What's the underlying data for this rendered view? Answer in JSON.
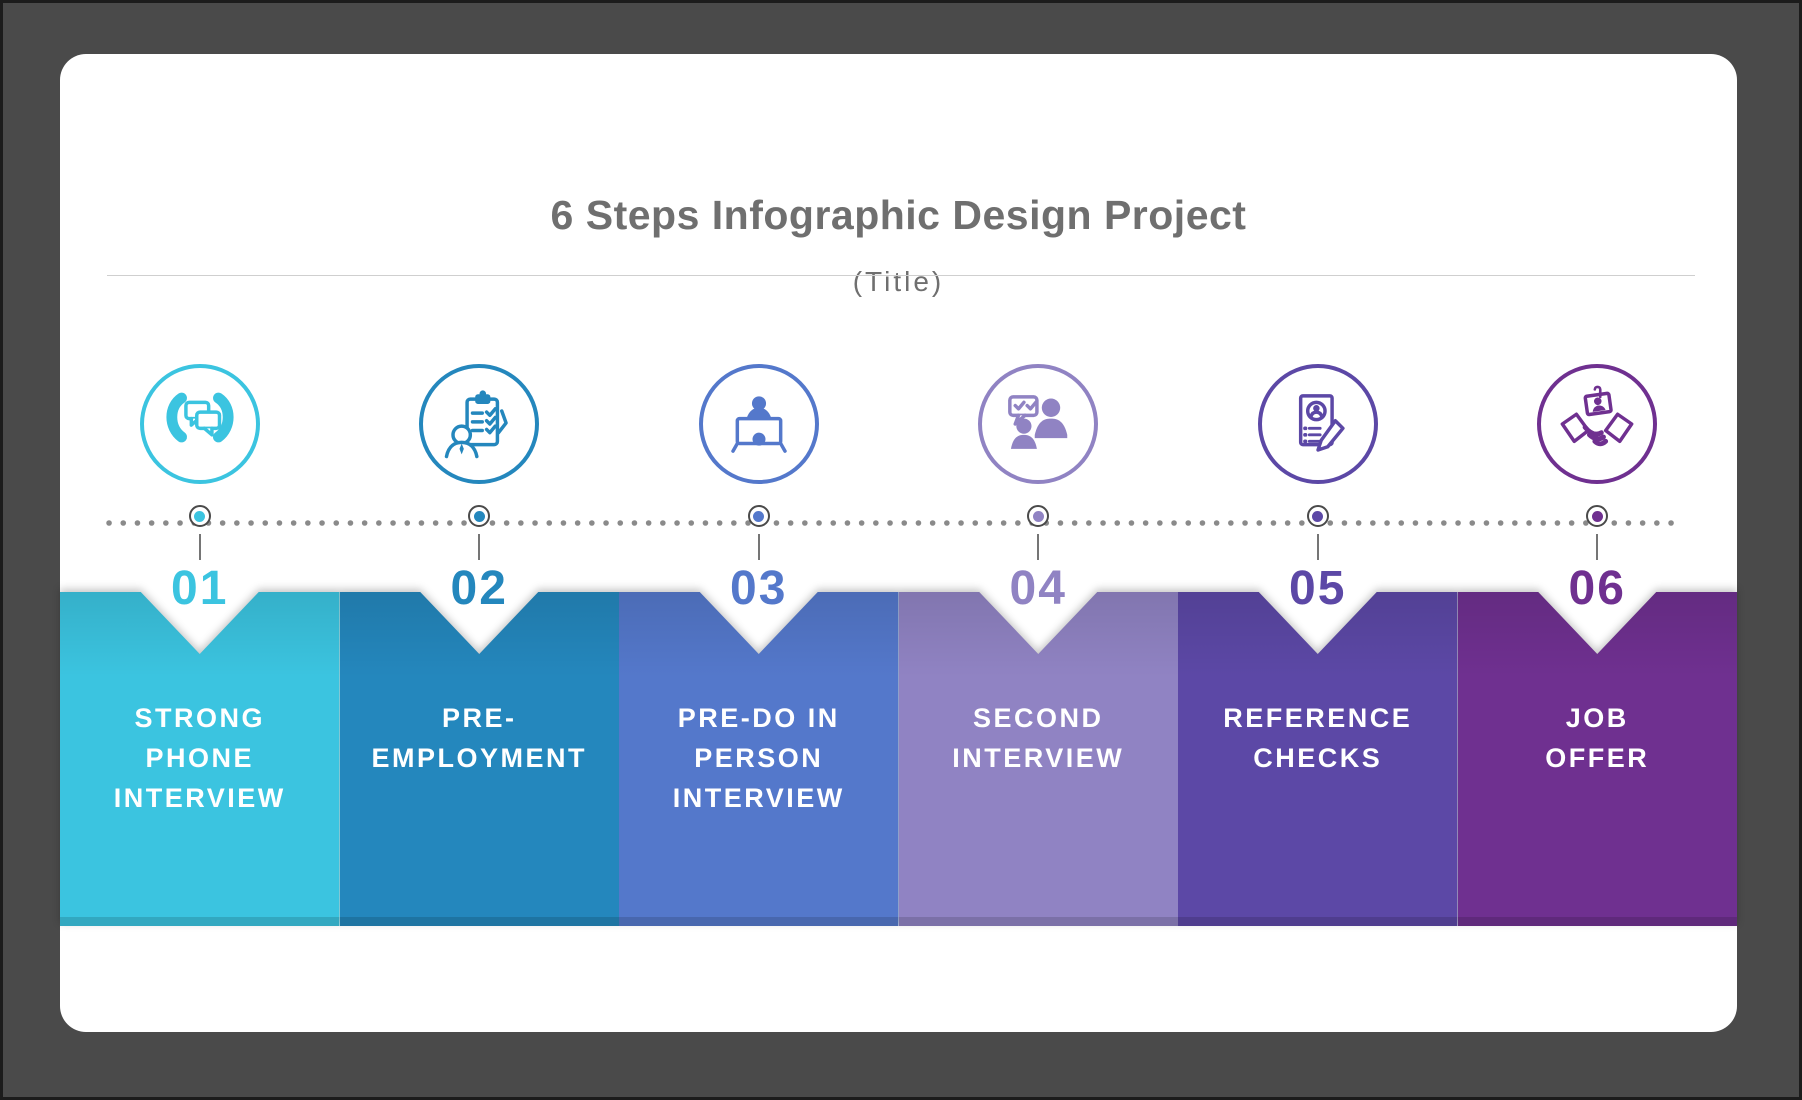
{
  "frame": {
    "outer_border_color": "#1c1c1c",
    "background_color": "#4a4a4a",
    "card_color": "#ffffff"
  },
  "header": {
    "title": "6 Steps Infographic Design Project",
    "subtitle": "(Title)",
    "text_color": "#6f6f6f",
    "divider_color": "#cfcfcf"
  },
  "timeline": {
    "dot_color": "#8a8a8a",
    "node_ring_color": "#4a4a4a",
    "node_fill_color": "#ffffff",
    "tick_color": "#757575"
  },
  "label_text_color": "#ffffff",
  "steps": [
    {
      "number": "01",
      "label": "STRONG\nPHONE\nINTERVIEW",
      "color": "#3bc4e0",
      "icon": "phone-chat-icon"
    },
    {
      "number": "02",
      "label": "PRE-\nEMPLOYMENT",
      "color": "#2487bd",
      "icon": "clipboard-checklist-icon"
    },
    {
      "number": "03",
      "label": "PRE-DO IN\nPERSON\nINTERVIEW",
      "color": "#5478cb",
      "icon": "video-interview-icon"
    },
    {
      "number": "04",
      "label": "SECOND\nINTERVIEW",
      "color": "#9083c3",
      "icon": "discussion-check-icon"
    },
    {
      "number": "05",
      "label": "REFERENCE\nCHECKS",
      "color": "#5c48a6",
      "icon": "resume-pencil-icon"
    },
    {
      "number": "06",
      "label": "JOB\nOFFER",
      "color": "#6f3090",
      "icon": "handshake-icon"
    }
  ]
}
